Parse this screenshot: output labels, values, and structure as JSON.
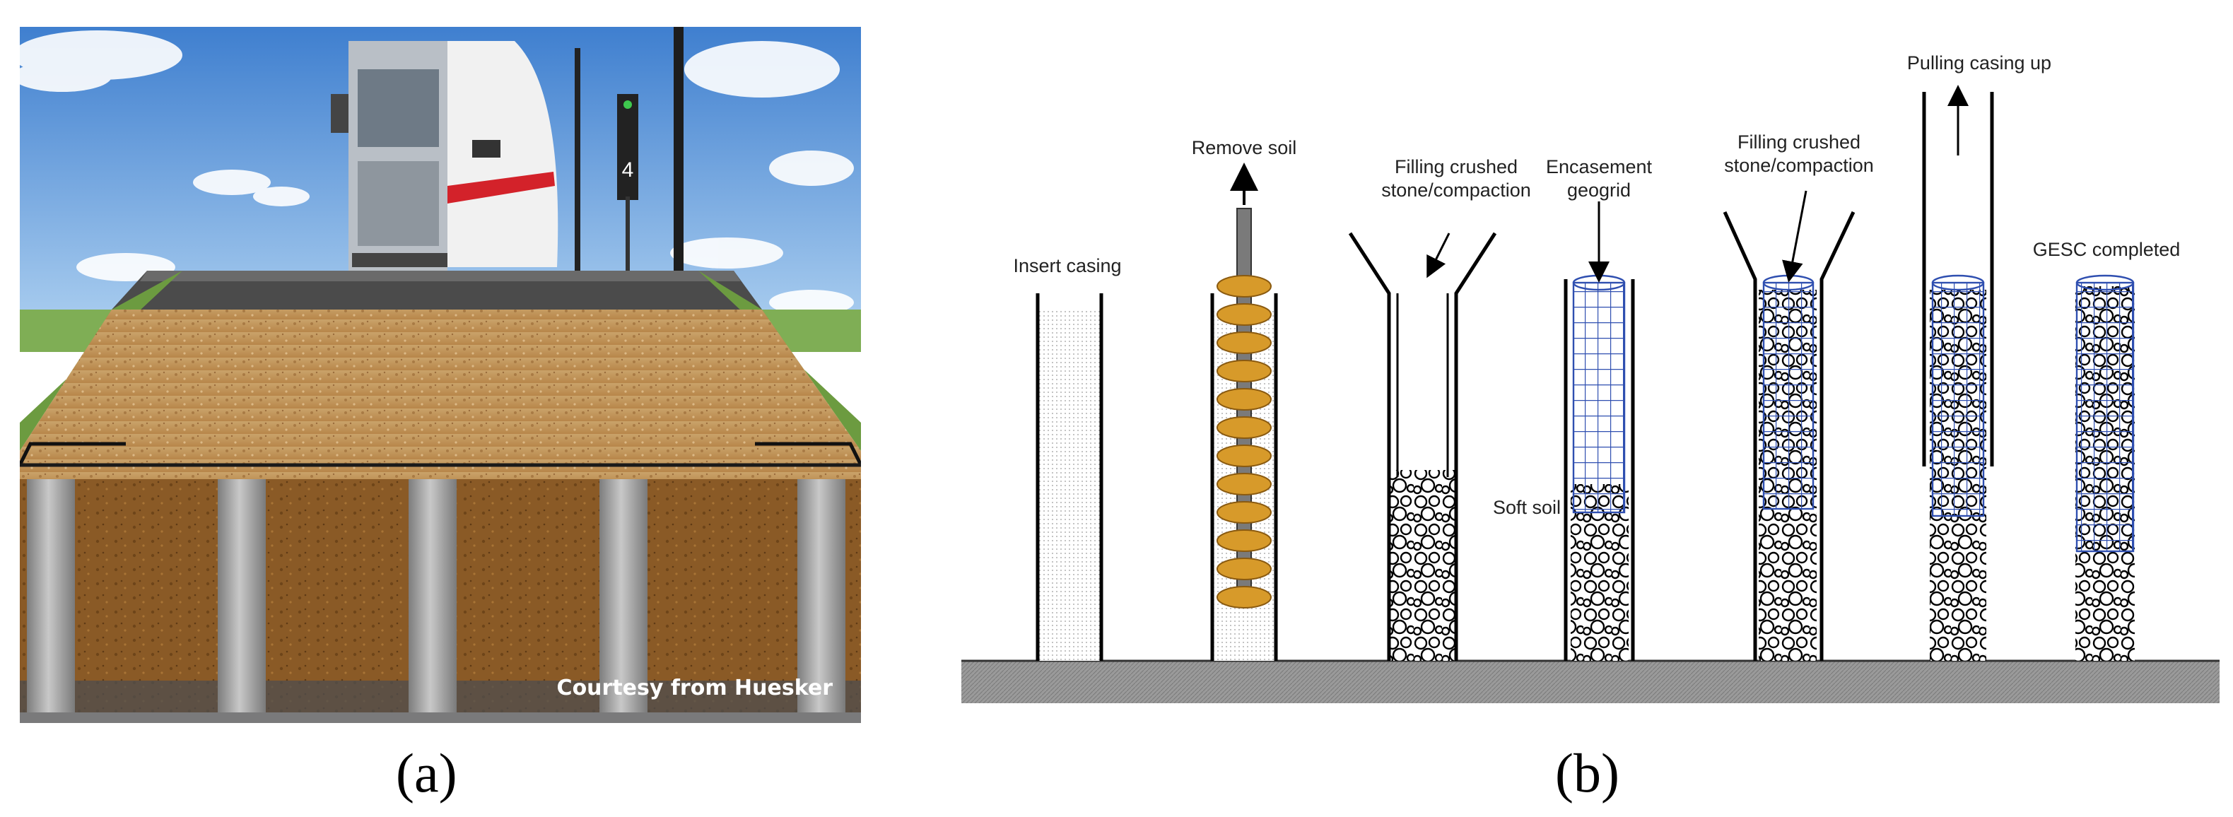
{
  "panel_a": {
    "label": "(a)",
    "credit": "Courtesy from Huesker",
    "signal_number": "4",
    "colors": {
      "sky": "#4f8fd6",
      "fill": "#c79a5c",
      "soil": "#8a5a24",
      "column": "#9a9a9a"
    }
  },
  "panel_b": {
    "label": "(b)",
    "steps": {
      "insert_casing": "Insert casing",
      "remove_soil": "Remove soil",
      "filling_1_line1": "Filling crushed",
      "filling_1_line2": "stone/compaction",
      "encasement_line1": "Encasement",
      "encasement_line2": "geogrid",
      "filling_2_line1": "Filling crushed",
      "filling_2_line2": "stone/compaction",
      "pulling_casing": "Pulling casing up",
      "completed": "GESC completed"
    },
    "soft_soil": "Soft soil",
    "colors": {
      "geogrid": "#2f4fb0",
      "auger": "#d79a2a",
      "ground": "#8c8c8c"
    }
  }
}
